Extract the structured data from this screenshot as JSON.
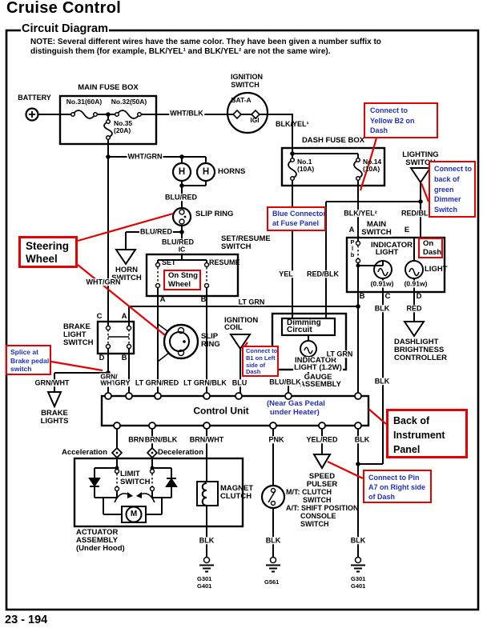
{
  "colors": {
    "line": "#000000",
    "callout_red": "#e60000",
    "annotation_blue": "#2030c0",
    "background": "#ffffff"
  },
  "header": {
    "title": "Cruise Control",
    "section": "Circuit Diagram",
    "note1": "NOTE:  Several different wires have the same color.  They have been given a number suffix to",
    "note2": "distinguish them (for example, BLK/YEL¹ and BLK/YEL² are not the same wire).",
    "page_number": "23 - 194"
  },
  "fuses": {
    "main_box": "MAIN FUSE BOX",
    "no31": "No.31(60A)",
    "no32": "No.32(50A)",
    "no35": "No.35",
    "no35_amp": "(20A)",
    "dash_box": "DASH FUSE BOX",
    "no1": "No.1",
    "no14": "No.14",
    "amp10": "(10A)"
  },
  "parts": {
    "battery": "BATTERY",
    "ignition1": "IGNITION",
    "ignition2": "SWITCH",
    "bat_a": "BAT-A",
    "igi": "IGI",
    "lighting1": "LIGHTING",
    "lighting2": "SWITCH",
    "horns": "HORNS",
    "horn_h": "H",
    "slip_ring": "SLIP RING",
    "slip2a": "SLIP",
    "slip2b": "RING",
    "horn_sw1": "HORN",
    "horn_sw2": "SWITCH",
    "setres1": "SET/RESUME",
    "setres2": "SWITCH",
    "set": "SET",
    "resume": "RESUME",
    "main1": "MAIN",
    "main2": "SWITCH",
    "ind1": "INDICATOR",
    "ind2": "LIGHT",
    "light": "LIGHT",
    "watt": "(0.91w)",
    "dbc1": "DASHLIGHT",
    "dbc2": "BRIGHTNESS",
    "dbc3": "CONTROLLER",
    "bls1": "BRAKE",
    "bls2": "LIGHT",
    "bls3": "SWITCH",
    "coil1": "IGNITION",
    "coil2": "COIL",
    "dim1": "Dimming",
    "dim2": "Circuit",
    "ind21": "INDICATOR",
    "ind22": "LIGHT (1.2W)",
    "gauge1": "GAUGE",
    "gauge2": "ASSEMBLY",
    "cu": "Control Unit",
    "near1": "(Near Gas Pedal",
    "near2": "under Heater)",
    "brl1": "BRAKE",
    "brl2": "LIGHTS",
    "accel": "Acceleration",
    "decel": "Deceleration",
    "limit1": "LIMIT",
    "limit2": "SWITCH",
    "motor_m": "M",
    "magnet1": "MAGNET",
    "magnet2": "CLUTCH",
    "act1": "ACTUATOR",
    "act2": "ASSEMBLY",
    "act3": "(Under Hood)",
    "speed1": "SPEED",
    "speed2": "PULSER",
    "mt1": "M/T: CLUTCH",
    "mt2": "SWITCH",
    "at1": "A/T: SHIFT POSITION",
    "at2": "CONSOLE",
    "at3": "SWITCH"
  },
  "terminals": {
    "a": "A",
    "b": "B",
    "c": "C",
    "d": "D",
    "e": "E",
    "ic": "IC",
    "p": "P",
    "l": "l",
    "b_low": "b"
  },
  "wires": {
    "wht_blk": "WHT/BLK",
    "blk_yel1": "BLK/YEL¹",
    "blk_yel2": "BLK/YEL²",
    "wht_grn": "WHT/GRN",
    "blu_red": "BLU/RED",
    "red_blk": "RED/BLK",
    "yel": "YEL",
    "lt_grn": "LT GRN",
    "grn_wht": "GRN/WHT",
    "grn_wht_a": "GRN/",
    "grn_wht_b": "WHT",
    "gry": "GRY",
    "lt_grn_red": "LT GRN/RED",
    "lt_grn_blk": "LT GRN/BLK",
    "blu": "BLU",
    "blu_blk": "BLU/BLK",
    "blk": "BLK",
    "brn": "BRN",
    "brn_blk": "BRN/BLK",
    "brn_wht": "BRN/WHT",
    "pnk": "PNK",
    "yel_red": "YEL/RED",
    "red": "RED"
  },
  "grounds": {
    "g301": "G301",
    "g401": "G401",
    "g561": "G561"
  },
  "callouts": {
    "steering1": "Steering",
    "steering2": "Wheel",
    "splice1": "Splice at",
    "splice2": "Brake pedal",
    "splice3": "switch",
    "onstng1": "On Stng",
    "onstng2": "Wheel",
    "ondash1": "On",
    "ondash2": "Dash",
    "yb2_1": "Connect to",
    "yb2_2": "Yellow B2 on",
    "yb2_3": "Dash",
    "dimmer1": "Connect to",
    "dimmer2": "back of",
    "dimmer3": "green",
    "dimmer4": "Dimmer",
    "dimmer5": "Switch",
    "bluecon1": "Blue Connector",
    "bluecon2": "at Fuse Panel",
    "b1_1": "Connect to",
    "b1_2": "B1 on Left",
    "b1_3": "side of",
    "b1_4": "Dash",
    "a7_1": "Connect to Pin",
    "a7_2": "A7 on Right side",
    "a7_3": "of Dash",
    "back1": "Back of",
    "back2": "Instrument",
    "back3": "Panel"
  }
}
